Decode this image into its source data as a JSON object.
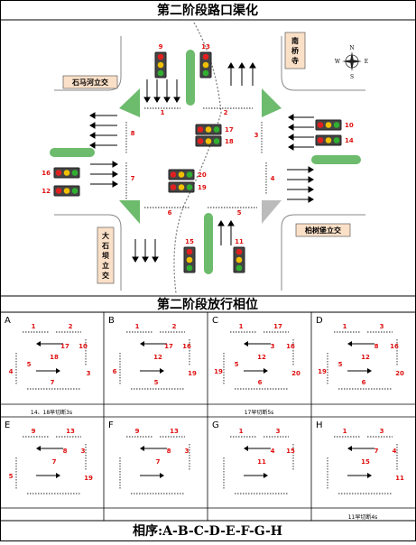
{
  "title_top": "第二阶段路口渠化",
  "title_mid": "第二阶段放行相位",
  "sequence": "相序:A-B-C-D-E-F-G-H",
  "places": {
    "nw": "石马河立交",
    "ne_1": "南",
    "ne_2": "桥",
    "ne_3": "寺",
    "sw_1": "大",
    "sw_2": "石",
    "sw_3": "坝",
    "sw_4": "立",
    "sw_5": "交",
    "se": "柏树堡立交"
  },
  "compass": {
    "n": "N",
    "s": "S",
    "e": "E",
    "w": "W"
  },
  "signals": [
    "9",
    "13",
    "10",
    "14",
    "17",
    "18",
    "16",
    "12",
    "20",
    "19",
    "15",
    "11"
  ],
  "crosswalks": [
    "1",
    "2",
    "3",
    "4",
    "5",
    "6",
    "7",
    "8"
  ],
  "phases": [
    {
      "label": "A",
      "nums": [
        "1",
        "2",
        "17",
        "10",
        "18",
        "3",
        "4",
        "7",
        "5"
      ],
      "note": "14、18早切断3s"
    },
    {
      "label": "B",
      "nums": [
        "1",
        "2",
        "17",
        "16",
        "12",
        "19",
        "6",
        "5"
      ],
      "note": ""
    },
    {
      "label": "C",
      "nums": [
        "1",
        "17",
        "3",
        "16",
        "12",
        "20",
        "19",
        "6",
        "5"
      ],
      "note": "17早切断5s"
    },
    {
      "label": "D",
      "nums": [
        "1",
        "3",
        "8",
        "16",
        "12",
        "20",
        "19",
        "6",
        "5"
      ],
      "note": ""
    },
    {
      "label": "E",
      "nums": [
        "9",
        "13",
        "8",
        "3",
        "7",
        "19",
        "5"
      ],
      "note": ""
    },
    {
      "label": "F",
      "nums": [
        "9",
        "13",
        "8",
        "3",
        "7"
      ],
      "note": ""
    },
    {
      "label": "G",
      "nums": [
        "1",
        "3",
        "4",
        "15",
        "11"
      ],
      "note": ""
    },
    {
      "label": "H",
      "nums": [
        "1",
        "3",
        "7",
        "4",
        "15",
        "11"
      ],
      "note": "11早切断4s"
    }
  ]
}
